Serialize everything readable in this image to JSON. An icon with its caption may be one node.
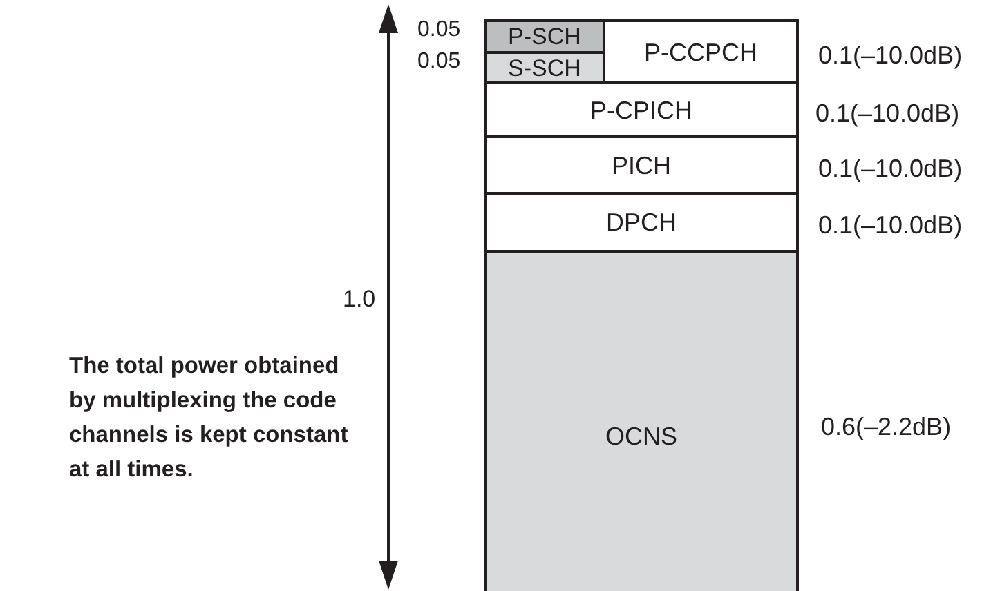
{
  "diagram": {
    "nodes": [
      {
        "text": [
          "P-SCH"
        ],
        "beside": [
          "0.05"
        ]
      },
      {
        "text": [
          "S-SCH"
        ],
        "beside": [
          "0.05"
        ]
      },
      {
        "text": [
          "P-CCPCH"
        ],
        "beside": [
          "0.1(–10.0dB)"
        ]
      },
      {
        "text": [
          "P-CPICH"
        ],
        "beside": [
          "0.1(–10.0dB)"
        ]
      },
      {
        "text": [
          "PICH"
        ],
        "beside": [
          "0.1(–10.0dB)"
        ]
      },
      {
        "text": [
          "DPCH"
        ],
        "beside": [
          "0.1(–10.0dB)"
        ]
      },
      {
        "text": [
          "OCNS"
        ],
        "beside": [
          "0.6(–2.2dB)"
        ]
      }
    ],
    "edges": [],
    "labels": [
      "1.0",
      "The total power obtained by multiplexing the code channels is kept constant at all times."
    ]
  }
}
